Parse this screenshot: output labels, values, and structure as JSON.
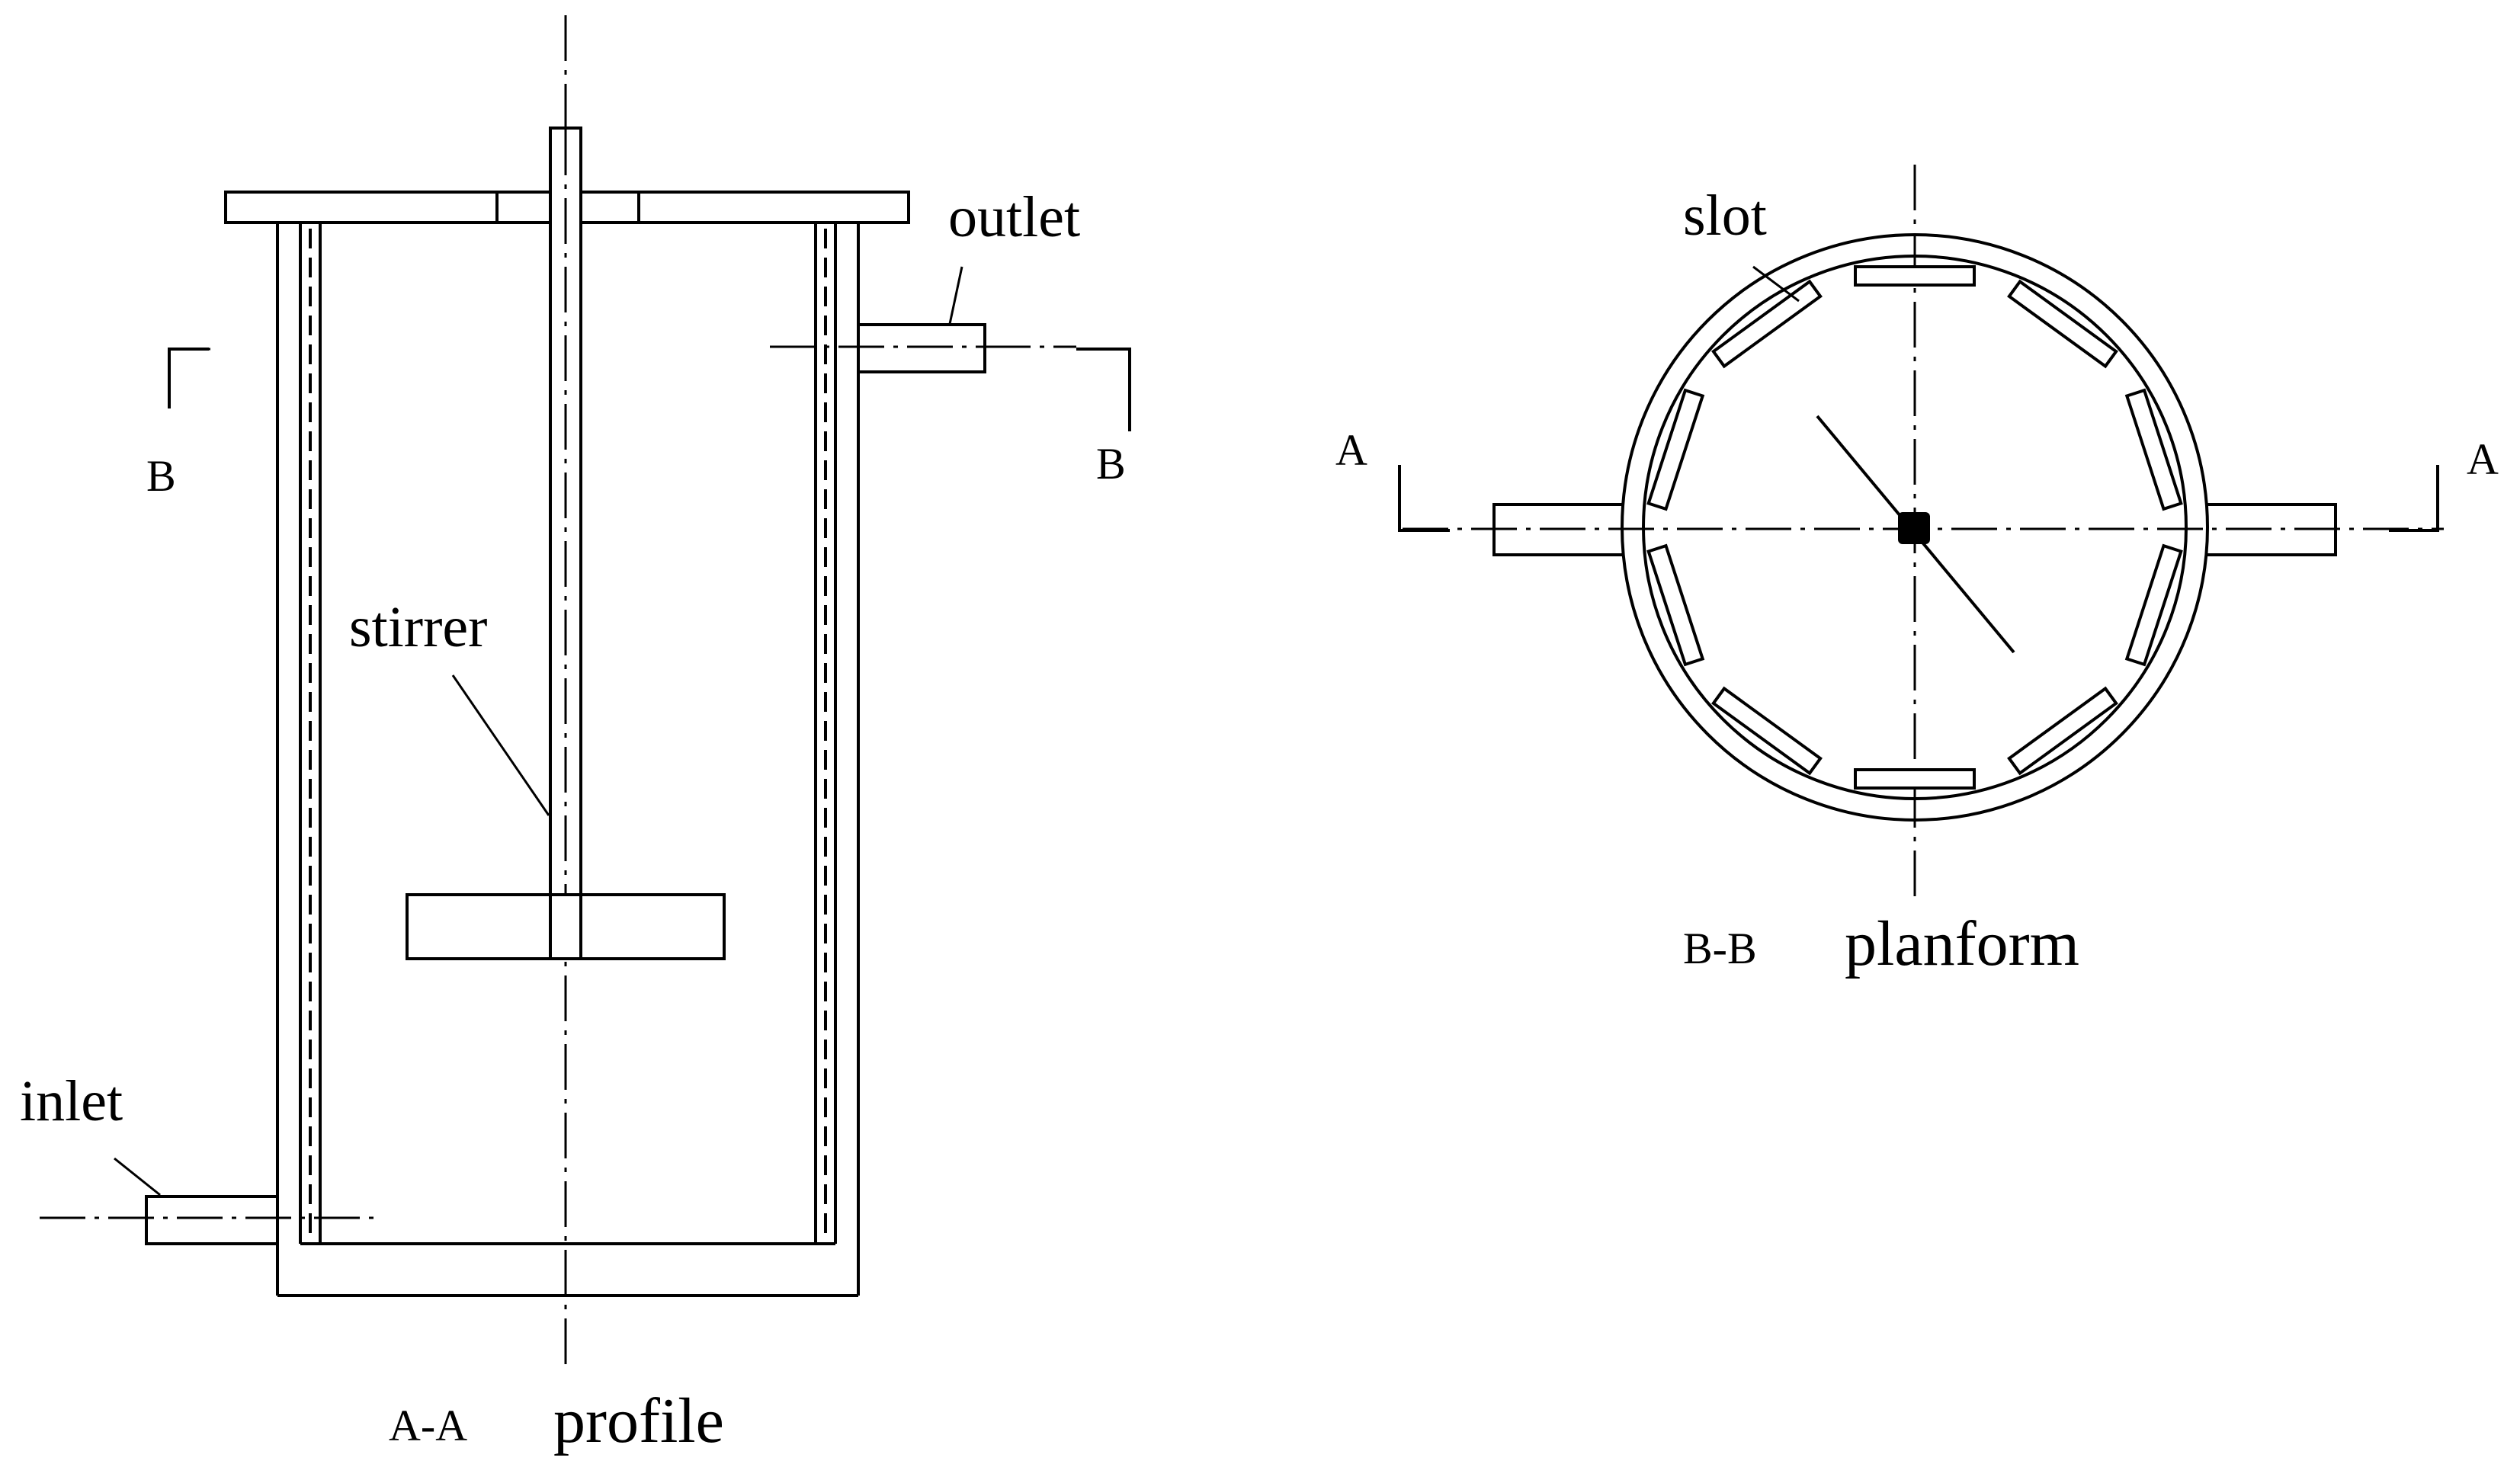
{
  "profile_view": {
    "section_label": "A-A",
    "title": "profile",
    "labels": {
      "outlet": "outlet",
      "inlet": "inlet",
      "stirrer": "stirrer",
      "cut_left": "B",
      "cut_right": "B"
    }
  },
  "planform_view": {
    "section_label": "B-B",
    "title": "planform",
    "labels": {
      "slot": "slot",
      "cut_left": "A",
      "cut_right": "A"
    }
  }
}
